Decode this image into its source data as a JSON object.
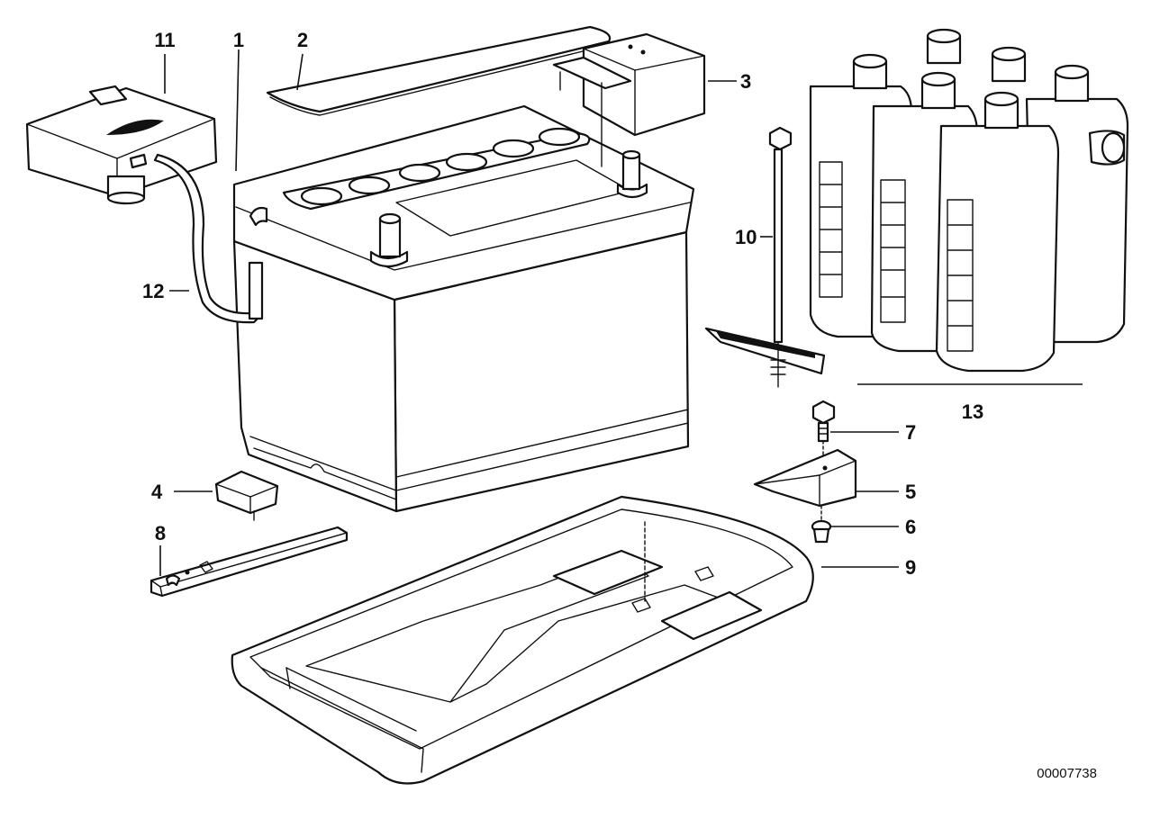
{
  "callouts": {
    "c1": "1",
    "c2": "2",
    "c3": "3",
    "c4": "4",
    "c5": "5",
    "c6": "6",
    "c7": "7",
    "c8": "8",
    "c9": "9",
    "c10": "10",
    "c11": "11",
    "c12": "12",
    "c13": "13"
  },
  "document_number": "00007738"
}
